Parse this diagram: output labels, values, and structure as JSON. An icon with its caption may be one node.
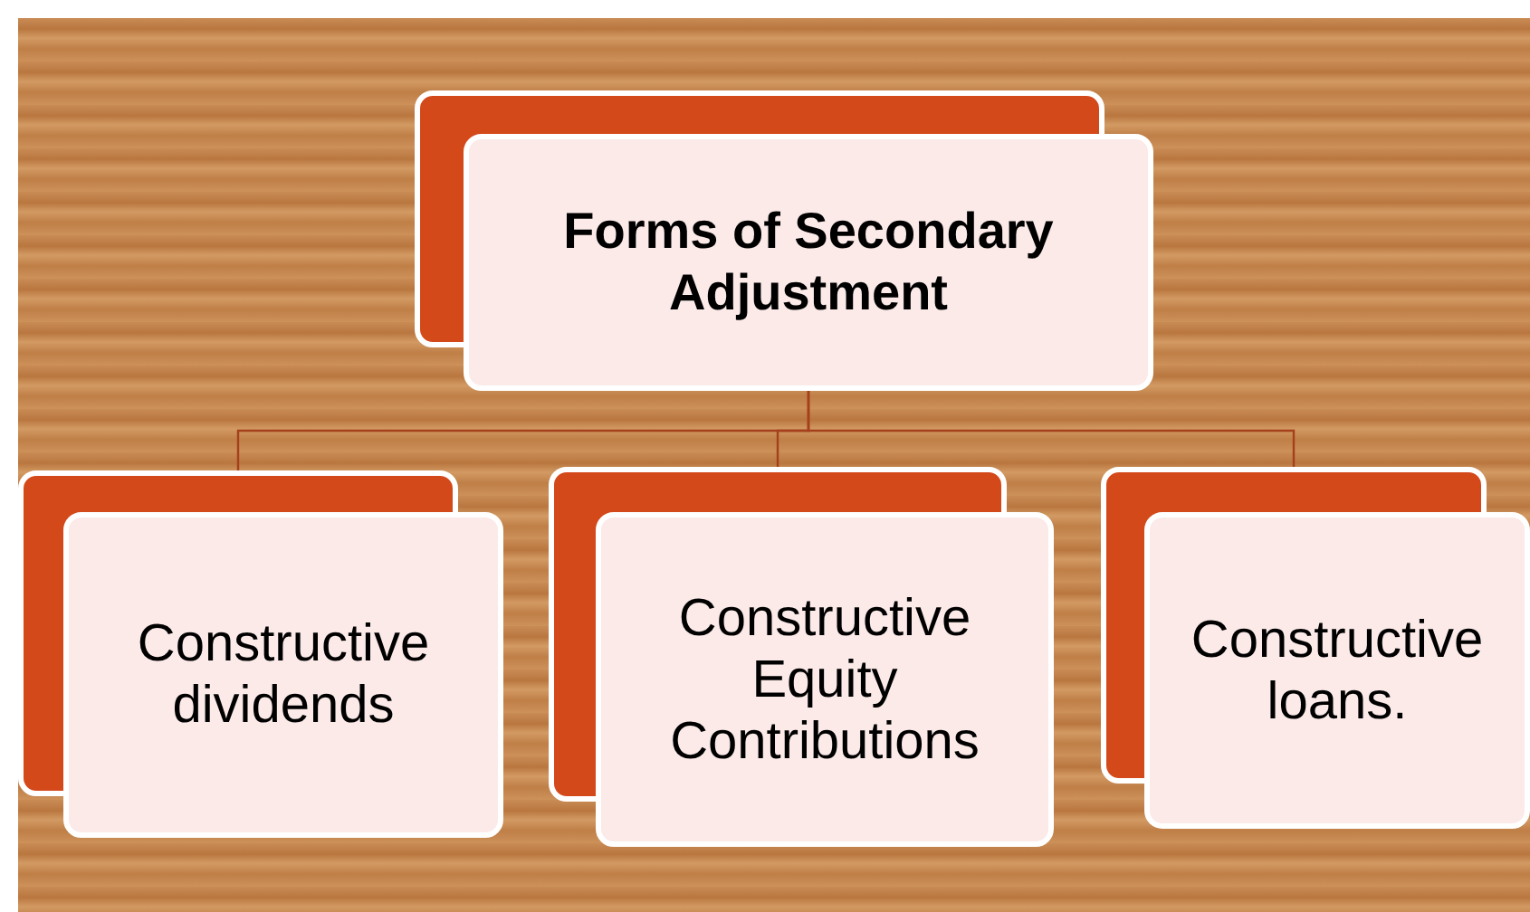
{
  "diagram": {
    "nodes": [
      {
        "text": [
          "Forms of Secondary Adjustment"
        ]
      },
      {
        "text": [
          "Constructive dividends"
        ]
      },
      {
        "text": [
          "Constructive Equity Contributions"
        ]
      },
      {
        "text": [
          "Constructive loans."
        ]
      }
    ],
    "edges": [
      {
        "from": 0,
        "to": 1,
        "arrow": "none"
      },
      {
        "from": 0,
        "to": 2,
        "arrow": "none"
      },
      {
        "from": 0,
        "to": 3,
        "arrow": "none"
      }
    ]
  }
}
